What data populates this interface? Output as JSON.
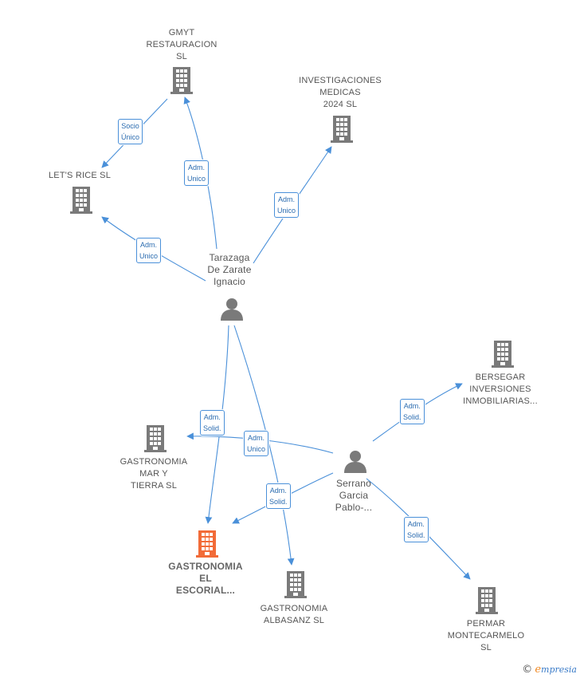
{
  "colors": {
    "edge": "#4a90d9",
    "node": "#7a7a7a",
    "highlight": "#f26b38"
  },
  "nodes": {
    "gmyt": {
      "label": [
        "GMYT",
        "RESTAURACION",
        "SL"
      ],
      "icon": "building-icon"
    },
    "investigaciones": {
      "label": [
        "INVESTIGACIONES",
        "MEDICAS",
        "2024  SL"
      ],
      "icon": "building-icon"
    },
    "letsrice": {
      "label": [
        "LET'S RICE  SL"
      ],
      "icon": "building-icon"
    },
    "tarazaga": {
      "label": [
        "Tarazaga",
        "De Zarate",
        "Ignacio"
      ],
      "icon": "person-icon"
    },
    "bersegar": {
      "label": [
        "BERSEGAR",
        "INVERSIONES",
        "INMOBILIARIAS..."
      ],
      "icon": "building-icon"
    },
    "gastromar": {
      "label": [
        "GASTRONOMIA",
        "MAR Y",
        "TIERRA  SL"
      ],
      "icon": "building-icon"
    },
    "serrano": {
      "label": [
        "Serrano",
        "Garcia",
        "Pablo-..."
      ],
      "icon": "person-icon"
    },
    "escorial": {
      "label": [
        "GASTRONOMIA",
        "EL",
        "ESCORIAL..."
      ],
      "icon": "building-icon"
    },
    "albasanz": {
      "label": [
        "GASTRONOMIA",
        "ALBASANZ  SL"
      ],
      "icon": "building-icon"
    },
    "permar": {
      "label": [
        "PERMAR",
        "MONTECARMELO",
        "SL"
      ],
      "icon": "building-icon"
    }
  },
  "edges": {
    "gmyt_letsrice": [
      "Socio",
      "Único"
    ],
    "tarazaga_gmyt": [
      "Adm.",
      "Unico"
    ],
    "tarazaga_investigaciones": [
      "Adm.",
      "Unico"
    ],
    "tarazaga_letsrice": [
      "Adm.",
      "Unico"
    ],
    "tarazaga_escorial": [
      "Adm.",
      "Solid."
    ],
    "tarazaga_albasanz": [
      "Adm.",
      "Unico"
    ],
    "serrano_bersegar": [
      "Adm.",
      "Solid."
    ],
    "serrano_gastromar": [
      "Adm.",
      "Solid."
    ],
    "serrano_escorial": [
      "Adm.",
      "Solid."
    ],
    "serrano_permar": [
      "Adm.",
      "Solid."
    ]
  },
  "watermark": {
    "copyright": "©",
    "brand_initial": "e",
    "brand_rest": "mpresia"
  }
}
